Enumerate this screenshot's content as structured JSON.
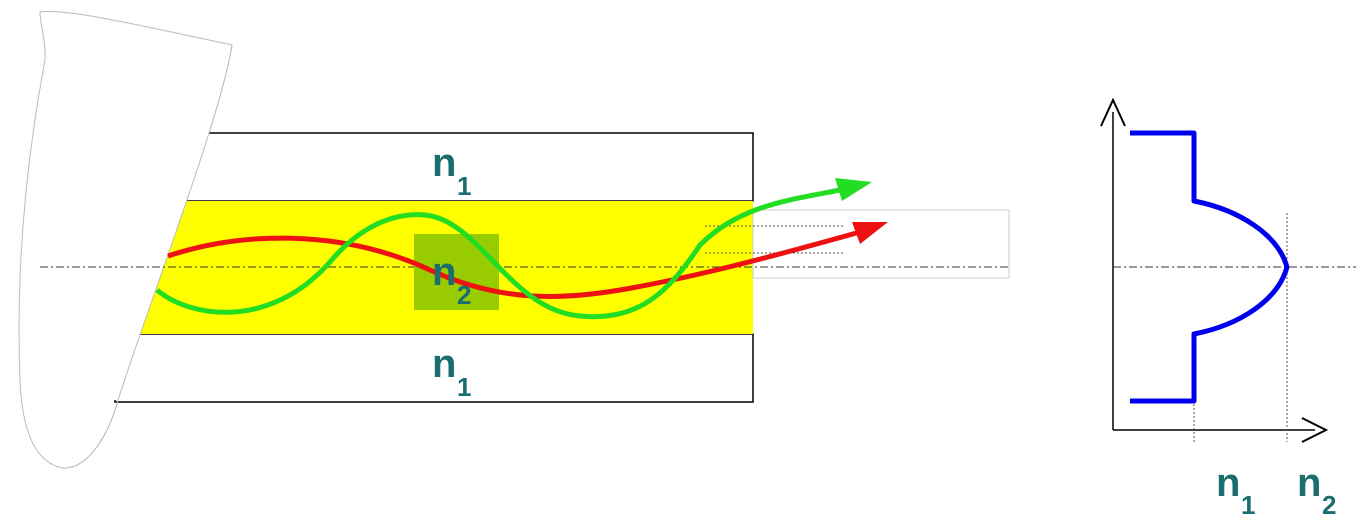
{
  "fiber": {
    "cladding_top_label": "n",
    "cladding_top_sub": "1",
    "core_label": "n",
    "core_sub": "2",
    "cladding_bottom_label": "n",
    "cladding_bottom_sub": "1"
  },
  "profile_graph": {
    "tick_label_left": "n",
    "tick_label_left_sub": "1",
    "tick_label_right": "n",
    "tick_label_right_sub": "2"
  },
  "colors": {
    "core_fill": "#ffff00",
    "core_label_box": "#99cc00",
    "label_text": "#1a6e6e",
    "ray_red": "#ee1111",
    "ray_green": "#22dd22",
    "profile_curve": "#0000ee"
  },
  "icons": [
    "arrow-head",
    "axis-arrow"
  ]
}
